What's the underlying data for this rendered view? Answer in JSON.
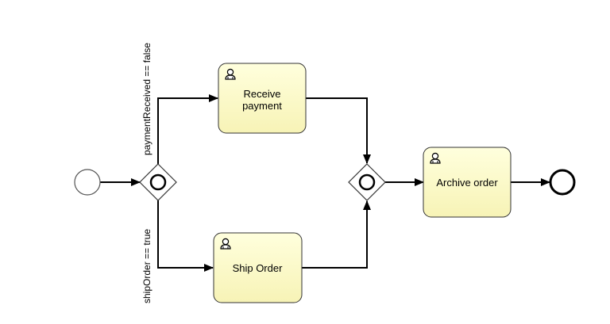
{
  "colors": {
    "task_fill": "#ffffcc",
    "task_stroke": "#333333",
    "flow": "#000000",
    "event_fill": "#ffffff"
  },
  "tasks": {
    "receive_payment": {
      "line1": "Receive",
      "line2": "payment",
      "icon": "user-icon"
    },
    "ship_order": {
      "label": "Ship Order",
      "icon": "user-icon"
    },
    "archive_order": {
      "label": "Archive order",
      "icon": "user-icon"
    }
  },
  "conditions": {
    "upper": "paymentReceived == false",
    "lower": "shipOrder == true"
  },
  "gateways": {
    "split": {
      "type": "inclusive"
    },
    "join": {
      "type": "inclusive"
    }
  },
  "events": {
    "start": {
      "type": "start"
    },
    "end": {
      "type": "end"
    }
  }
}
